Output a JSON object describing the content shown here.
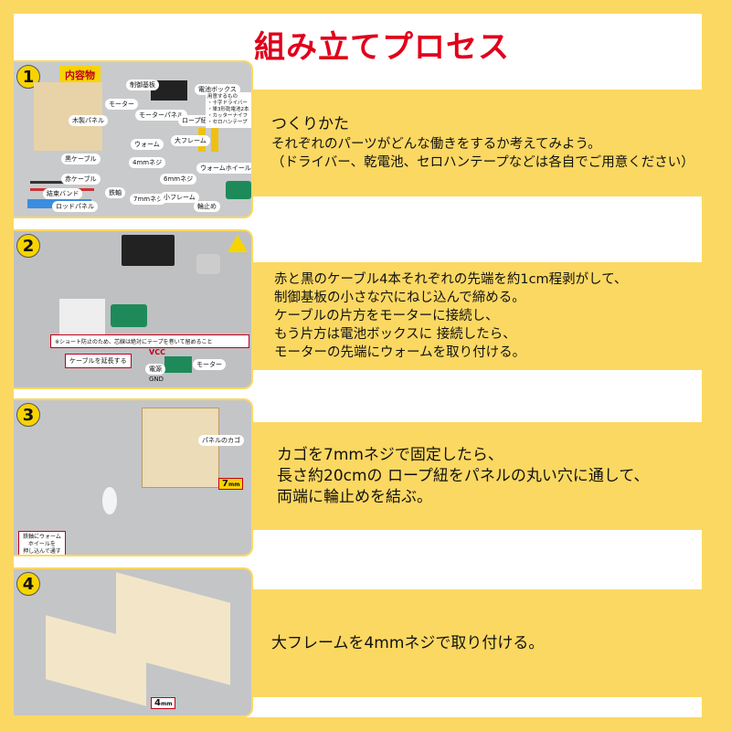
{
  "title": "組み立てプロセス",
  "steps": [
    {
      "number": "1",
      "heading": "つくりかた",
      "lines": [
        "それぞれのパーツがどんな働きをするか考えてみよう。",
        "（ドライバー、乾電池、セロハンテープなどは各自でご用意ください）"
      ],
      "photo": {
        "header": "内容物",
        "labels": [
          "制御基板",
          "電池ボックス",
          "木製パネル",
          "モーター",
          "モーターパネル",
          "ロープ紐",
          "ウォーム",
          "大フレーム",
          "黒ケーブル",
          "4mmネジ",
          "赤ケーブル",
          "6mmネジ",
          "ウォームホイール",
          "結束バンド",
          "鉄軸",
          "7mmネジ",
          "小フレーム",
          "輪止め",
          "ロッドパネル"
        ],
        "prepare": [
          "用意するもの",
          "・十字ドライバー",
          "・単3形乾電池2本",
          "・カッターナイフ",
          "・セロハンテープ"
        ]
      }
    },
    {
      "number": "2",
      "lines": [
        "赤と黒のケーブル4本それぞれの先端を約1cm程剥がして、",
        " 制御基板の小さな穴にねじ込んで締める。",
        "ケーブルの片方をモーターに接続し、",
        "もう片方は電池ボックスに 接続したら、",
        "モーターの先端にウォームを取り付ける。"
      ],
      "photo": {
        "warning": "※ショート防止のため、芯線は絶対にテープを巻いて留めること",
        "extend": "ケーブルを延長する",
        "vcc": "VCC",
        "gnd": "GND",
        "power": "電源",
        "motor": "モーター"
      }
    },
    {
      "number": "3",
      "lines": [
        "カゴを7mmネジで固定したら、",
        "長さ約20cmの ロープ紐をパネルの丸い穴に通して、",
        "両端に輪止めを結ぶ。"
      ],
      "photo": {
        "cage": "パネルのカゴ",
        "note": [
          "鉄軸にウォーム",
          "ホイールを",
          "押し込んで通す"
        ],
        "screw": "7",
        "unit": "mm"
      }
    },
    {
      "number": "4",
      "lines": [
        "大フレームを4mmネジで取り付ける。"
      ],
      "photo": {
        "screw": "4",
        "unit": "mm"
      }
    }
  ],
  "colors": {
    "yellow": "#fbd862",
    "red": "#e0001b"
  }
}
